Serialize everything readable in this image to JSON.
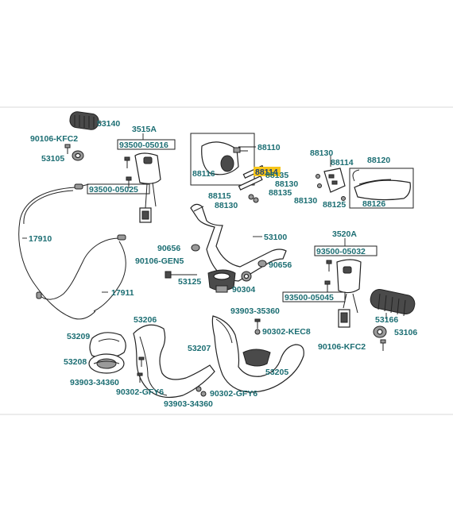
{
  "labels": {
    "l53140": "53140",
    "l90106kfc2a": "90106-KFC2",
    "l53105": "53105",
    "l3515a": "3515A",
    "l93500_05016": "93500-05016",
    "l93500_05025": "93500-05025",
    "l17910": "17910",
    "l17911": "17911",
    "l88110": "88110",
    "l88116": "88116",
    "l88114a": "88114",
    "l88135a": "88135",
    "l88130a": "88130",
    "l88115": "88115",
    "l88135b": "88135",
    "l88130b": "88130",
    "l88130c": "88130",
    "l88114b": "88114",
    "l88120": "88120",
    "l88130d": "88130",
    "l88125": "88125",
    "l88126": "88126",
    "l53100": "53100",
    "l90656a": "90656",
    "l90106gen5": "90106-GEN5",
    "l90656b": "90656",
    "l53125": "53125",
    "l90304": "90304",
    "l3520a": "3520A",
    "l93500_05032": "93500-05032",
    "l93500_05045": "93500-05045",
    "l53166": "53166",
    "l53106": "53106",
    "l90106kfc2b": "90106-KFC2",
    "l53206": "53206",
    "l53209": "53209",
    "l53207": "53207",
    "l53208": "53208",
    "l93903_34360a": "93903-34360",
    "l90302gfy6a": "90302-GFY6",
    "l90302gfy6b": "90302-GFY6",
    "l93903_34360b": "93903-34360",
    "l93903_35360": "93903-35360",
    "l90302kec8": "90302-KEC8",
    "l53205": "53205"
  },
  "highlight": {
    "part": "88114",
    "color": "#f6c51a"
  },
  "colors": {
    "label": "#1c6e73",
    "line": "#1f1f1f",
    "frame": "#d9d9d9"
  }
}
